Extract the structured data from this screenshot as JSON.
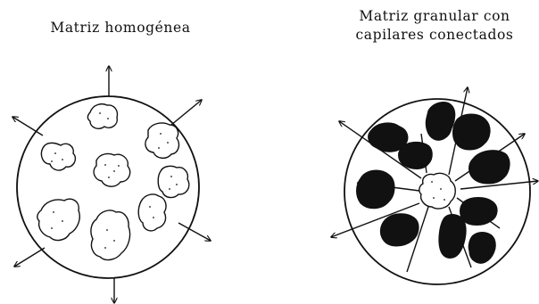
{
  "left_panel": {
    "title": "Matriz homogénea"
  },
  "right_panel": {
    "title_line1": "Matriz granular con",
    "title_line2": "capilares conectados"
  },
  "colors": {
    "ink": "#111111",
    "background": "#ffffff"
  }
}
